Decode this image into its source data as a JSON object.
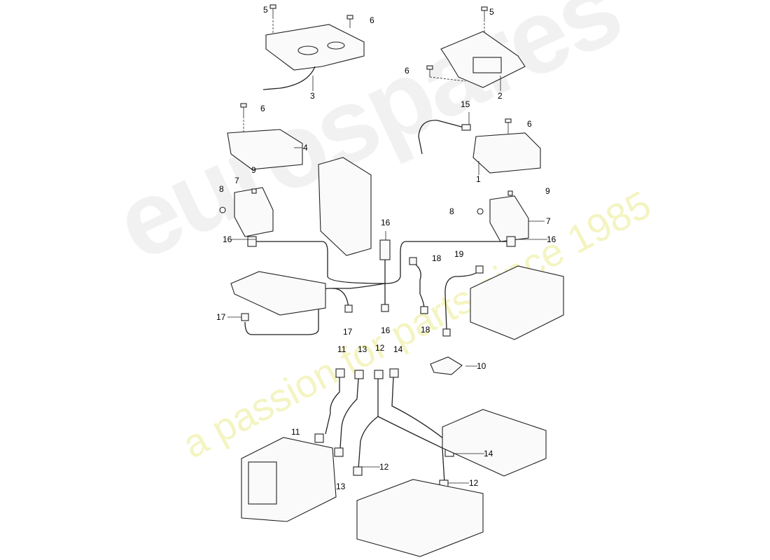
{
  "watermark": {
    "logo": "eurospares",
    "tagline": "a passion for parts since 1985"
  },
  "callouts": [
    {
      "id": "c5a",
      "text": "5"
    },
    {
      "id": "c6a",
      "text": "6"
    },
    {
      "id": "c5b",
      "text": "5"
    },
    {
      "id": "c6b",
      "text": "6"
    },
    {
      "id": "c3",
      "text": "3"
    },
    {
      "id": "c2",
      "text": "2"
    },
    {
      "id": "c6c",
      "text": "6"
    },
    {
      "id": "c15",
      "text": "15"
    },
    {
      "id": "c6d",
      "text": "6"
    },
    {
      "id": "c4",
      "text": "4"
    },
    {
      "id": "c1",
      "text": "1"
    },
    {
      "id": "c9a",
      "text": "9"
    },
    {
      "id": "c7a",
      "text": "7"
    },
    {
      "id": "c8a",
      "text": "8"
    },
    {
      "id": "c9b",
      "text": "9"
    },
    {
      "id": "c8b",
      "text": "8"
    },
    {
      "id": "c7b",
      "text": "7"
    },
    {
      "id": "c16a",
      "text": "16"
    },
    {
      "id": "c16b",
      "text": "16"
    },
    {
      "id": "c16c",
      "text": "16"
    },
    {
      "id": "c19",
      "text": "19"
    },
    {
      "id": "c18a",
      "text": "18"
    },
    {
      "id": "c17a",
      "text": "17"
    },
    {
      "id": "c17b",
      "text": "17"
    },
    {
      "id": "c16d",
      "text": "16"
    },
    {
      "id": "c18b",
      "text": "18"
    },
    {
      "id": "c11a",
      "text": "11"
    },
    {
      "id": "c13a",
      "text": "13"
    },
    {
      "id": "c12a",
      "text": "12"
    },
    {
      "id": "c14a",
      "text": "14"
    },
    {
      "id": "c10",
      "text": "10"
    },
    {
      "id": "c11b",
      "text": "11"
    },
    {
      "id": "c14b",
      "text": "14"
    },
    {
      "id": "c12b",
      "text": "12"
    },
    {
      "id": "c13b",
      "text": "13"
    },
    {
      "id": "c12c",
      "text": "12"
    }
  ]
}
